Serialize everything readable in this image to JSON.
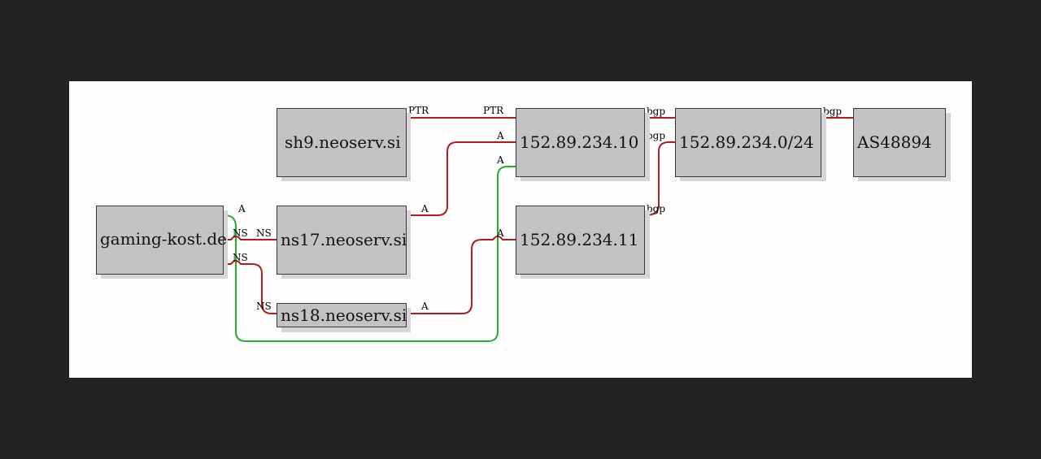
{
  "colors": {
    "background": "#222222",
    "canvas": "#fcfdfc",
    "node_fill": "#c3c1c4",
    "edge_red": "#b01c1c",
    "edge_green": "#22b024"
  },
  "nodes": {
    "gaming_kost": "gaming-kost.de",
    "sh9": "sh9.neoserv.si",
    "ns17": "ns17.neoserv.si",
    "ns18": "ns18.neoserv.si",
    "ip10": "152.89.234.10",
    "ip11": "152.89.234.11",
    "subnet": "152.89.234.0/24",
    "as": "AS48894"
  },
  "edge_labels": {
    "ptr_src": "PTR",
    "ptr_dst": "PTR",
    "bgp_ip10_subnet": "bgp",
    "bgp_subnet_as": "bgp",
    "bgp_subnet_in": "bgp",
    "bgp_ip11": "bgp",
    "a_ns17": "A",
    "a_ns17_dst": "A",
    "a_green_dst": "A",
    "a_green_src": "A",
    "ns_ns17_src": "NS",
    "ns_ns17_dst": "NS",
    "ns_ns18_src": "NS",
    "ns_ns18_dst": "NS",
    "a_ns18": "A",
    "a_ns18_dst": "A"
  }
}
